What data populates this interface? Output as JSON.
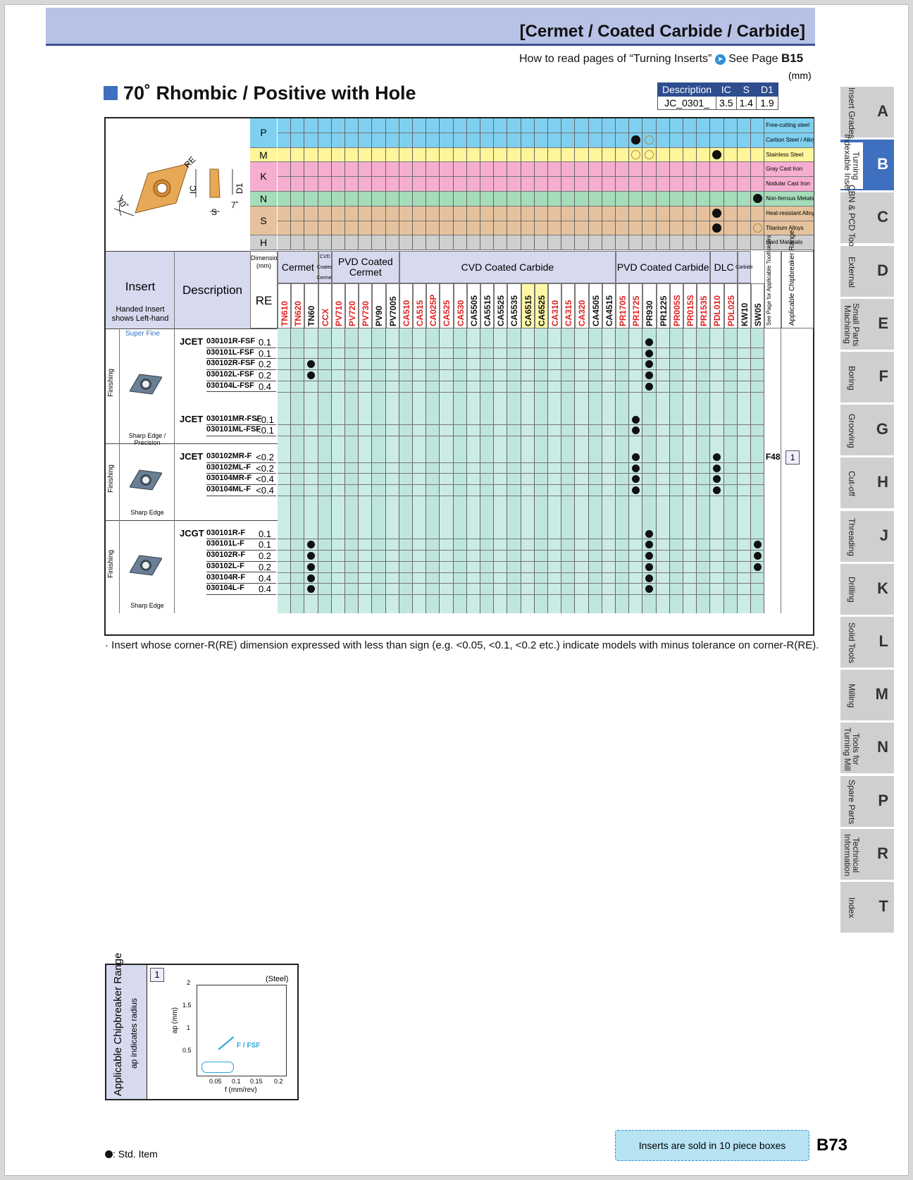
{
  "header": {
    "title": "[Cermet / Coated Carbide / Carbide]"
  },
  "howto": {
    "text": "How to read pages of “Turning Inserts”",
    "link": "See Page",
    "page": "B15"
  },
  "unit": "(mm)",
  "section": {
    "title": "70˚ Rhombic / Positive with Hole"
  },
  "dim_table": {
    "headers": [
      "Description",
      "IC",
      "S",
      "D1"
    ],
    "row": [
      "JC_0301_",
      "3.5",
      "1.4",
      "1.9"
    ]
  },
  "diagram": {
    "labels": [
      "RE",
      "IC",
      "D1",
      "S",
      "7˚",
      "70˚"
    ]
  },
  "materials": [
    {
      "letter": "P",
      "color": "#7fd0f0",
      "rows": [
        {
          "label": "Free-cutting steel",
          "dot": []
        },
        {
          "label": "Carbon Steel / Alloy Steel",
          "dot": [
            {
              "col": 27,
              "sym": "half"
            },
            {
              "col": 28,
              "sym": "ring"
            }
          ]
        }
      ]
    },
    {
      "letter": "M",
      "color": "#fff59a",
      "rows": [
        {
          "label": "Stainless Steel",
          "dot": [
            {
              "col": 27,
              "sym": "ring"
            },
            {
              "col": 28,
              "sym": "ring"
            },
            {
              "col": 33,
              "sym": "half"
            }
          ]
        }
      ]
    },
    {
      "letter": "K",
      "color": "#f6aed0",
      "rows": [
        {
          "label": "Gray Cast Iron",
          "dot": []
        },
        {
          "label": "Nodular Cast Iron",
          "dot": []
        }
      ]
    },
    {
      "letter": "N",
      "color": "#a5dcb9",
      "rows": [
        {
          "label": "Non-ferrous Metals",
          "dot": [
            {
              "col": 36,
              "sym": "half"
            }
          ]
        }
      ]
    },
    {
      "letter": "S",
      "color": "#e5c29d",
      "rows": [
        {
          "label": "Heat-resistant Alloys",
          "dot": [
            {
              "col": 33,
              "sym": "half"
            }
          ]
        },
        {
          "label": "Titanium Alloys",
          "dot": [
            {
              "col": 33,
              "sym": "half"
            },
            {
              "col": 36,
              "sym": "ring"
            }
          ]
        }
      ]
    },
    {
      "letter": "H",
      "color": "#cfcfcf",
      "rows": [
        {
          "label": "Hard Materials",
          "dot": []
        }
      ]
    }
  ],
  "group_headers": {
    "insert": "Insert",
    "handed": "Handed Insert shows Left-hand",
    "description": "Description",
    "dimension": "Dimension (mm)",
    "re": "RE",
    "groups": [
      "Cermet",
      "CVD Coated Cermet",
      "PVD Coated Cermet",
      "CVD Coated Carbide",
      "PVD Coated Carbide",
      "DLC",
      "Carbide"
    ],
    "see_page": "See Page for Applicable Toolholders",
    "chip_range": "Applicable Chipbreaker Range"
  },
  "grades": [
    {
      "n": "TN610",
      "c": "#e02020"
    },
    {
      "n": "TN620",
      "c": "#e02020"
    },
    {
      "n": "TN60",
      "c": "#111"
    },
    {
      "n": "CCX",
      "c": "#e02020"
    },
    {
      "n": "PV710",
      "c": "#e02020"
    },
    {
      "n": "PV720",
      "c": "#e02020"
    },
    {
      "n": "PV730",
      "c": "#e02020"
    },
    {
      "n": "PV90",
      "c": "#111"
    },
    {
      "n": "PV7005",
      "c": "#111"
    },
    {
      "n": "CA510",
      "c": "#e02020"
    },
    {
      "n": "CA515",
      "c": "#e02020"
    },
    {
      "n": "CA025P",
      "c": "#e02020"
    },
    {
      "n": "CA525",
      "c": "#e02020"
    },
    {
      "n": "CA530",
      "c": "#e02020"
    },
    {
      "n": "CA5505",
      "c": "#111"
    },
    {
      "n": "CA5515",
      "c": "#111"
    },
    {
      "n": "CA5525",
      "c": "#111"
    },
    {
      "n": "CA5535",
      "c": "#111"
    },
    {
      "n": "CA6515",
      "c": "#111"
    },
    {
      "n": "CA6525",
      "c": "#111"
    },
    {
      "n": "CA310",
      "c": "#e02020"
    },
    {
      "n": "CA315",
      "c": "#e02020"
    },
    {
      "n": "CA320",
      "c": "#e02020"
    },
    {
      "n": "CA4505",
      "c": "#111"
    },
    {
      "n": "CA4515",
      "c": "#111"
    },
    {
      "n": "PR1705",
      "c": "#e02020"
    },
    {
      "n": "PR1725",
      "c": "#e02020"
    },
    {
      "n": "PR930",
      "c": "#111"
    },
    {
      "n": "PR1225",
      "c": "#111"
    },
    {
      "n": "PR005S",
      "c": "#e02020"
    },
    {
      "n": "PR015S",
      "c": "#e02020"
    },
    {
      "n": "PR1535",
      "c": "#e02020"
    },
    {
      "n": "PDL010",
      "c": "#e02020"
    },
    {
      "n": "PDL025",
      "c": "#e02020"
    },
    {
      "n": "KW10",
      "c": "#111"
    },
    {
      "n": "SW05",
      "c": "#111"
    }
  ],
  "sections": [
    {
      "side": "Finishing",
      "top": "Super Fine",
      "bottom": "Sharp Edge / Precision",
      "rows": [
        {
          "pre": "JCET",
          "code": "030101R-FSF",
          "re": "0.1",
          "dots": [
            28
          ]
        },
        {
          "pre": "",
          "code": "030101L-FSF",
          "re": "0.1",
          "dots": [
            28
          ]
        },
        {
          "pre": "",
          "code": "030102R-FSF",
          "re": "0.2",
          "dots": [
            3,
            28
          ]
        },
        {
          "pre": "",
          "code": "030102L-FSF",
          "re": "0.2",
          "dots": [
            3,
            28
          ]
        },
        {
          "pre": "",
          "code": "030104L-FSF",
          "re": "0.4",
          "dots": [
            28
          ]
        },
        {
          "pre": "JCET",
          "code": "030101MR-FSF",
          "re": "<0.1",
          "dots": [
            27
          ],
          "gap": true
        },
        {
          "pre": "",
          "code": "030101ML-FSF",
          "re": "<0.1",
          "dots": [
            27
          ]
        }
      ]
    },
    {
      "side": "Finishing",
      "top": "",
      "bottom": "Sharp Edge",
      "rows": [
        {
          "pre": "JCET",
          "code": "030102MR-F",
          "re": "<0.2",
          "dots": [
            27,
            33
          ]
        },
        {
          "pre": "",
          "code": "030102ML-F",
          "re": "<0.2",
          "dots": [
            27,
            33
          ]
        },
        {
          "pre": "",
          "code": "030104MR-F",
          "re": "<0.4",
          "dots": [
            27,
            33
          ]
        },
        {
          "pre": "",
          "code": "030104ML-F",
          "re": "<0.4",
          "dots": [
            27,
            33
          ]
        }
      ]
    },
    {
      "side": "Finishing",
      "top": "",
      "bottom": "Sharp Edge",
      "rows": [
        {
          "pre": "JCGT",
          "code": "030101R-F",
          "re": "0.1",
          "dots": [
            28
          ]
        },
        {
          "pre": "",
          "code": "030101L-F",
          "re": "0.1",
          "dots": [
            3,
            28,
            36
          ]
        },
        {
          "pre": "",
          "code": "030102R-F",
          "re": "0.2",
          "dots": [
            3,
            28,
            36
          ]
        },
        {
          "pre": "",
          "code": "030102L-F",
          "re": "0.2",
          "dots": [
            3,
            28,
            36
          ]
        },
        {
          "pre": "",
          "code": "030104R-F",
          "re": "0.4",
          "dots": [
            3,
            28
          ]
        },
        {
          "pre": "",
          "code": "030104L-F",
          "re": "0.4",
          "dots": [
            3,
            28
          ]
        }
      ]
    }
  ],
  "toolholder": {
    "page": "F48",
    "range": "1"
  },
  "note": "· Insert whose corner-R(RE) dimension expressed with less than sign (e.g. <0.05, <0.1, <0.2 etc.) indicate models with minus tolerance on corner-R(RE).",
  "chipbreaker": {
    "title": "Applicable Chipbreaker Range",
    "subtitle": "ap indicates radius",
    "num": "1",
    "material": "(Steel)",
    "ylabel": "ap (mm)",
    "xlabel": "f (mm/rev)",
    "yticks": [
      "2",
      "1.5",
      "1",
      "0.5"
    ],
    "xticks": [
      "0.05",
      "0.1",
      "0.15",
      "0.2"
    ],
    "region": "F / FSF"
  },
  "legend": {
    "std": ": Std. Item"
  },
  "sold": "Inserts are sold in 10 piece boxes",
  "page_number": "B73",
  "tabs": [
    {
      "l": "A",
      "t": "Insert Grades"
    },
    {
      "l": "B",
      "t": "Turning\nIndexable Inserts",
      "active": true
    },
    {
      "l": "C",
      "t": "CBN & PCD Tools"
    },
    {
      "l": "D",
      "t": "External"
    },
    {
      "l": "E",
      "t": "Small Parts\nMachining"
    },
    {
      "l": "F",
      "t": "Boring"
    },
    {
      "l": "G",
      "t": "Grooving"
    },
    {
      "l": "H",
      "t": "Cut-off"
    },
    {
      "l": "J",
      "t": "Threading"
    },
    {
      "l": "K",
      "t": "Drilling"
    },
    {
      "l": "L",
      "t": "Solid Tools"
    },
    {
      "l": "M",
      "t": "Milling"
    },
    {
      "l": "N",
      "t": "Tools for\nTurning Mill"
    },
    {
      "l": "P",
      "t": "Spare Parts"
    },
    {
      "l": "R",
      "t": "Technical\nInformation"
    },
    {
      "l": "T",
      "t": "Index"
    }
  ]
}
